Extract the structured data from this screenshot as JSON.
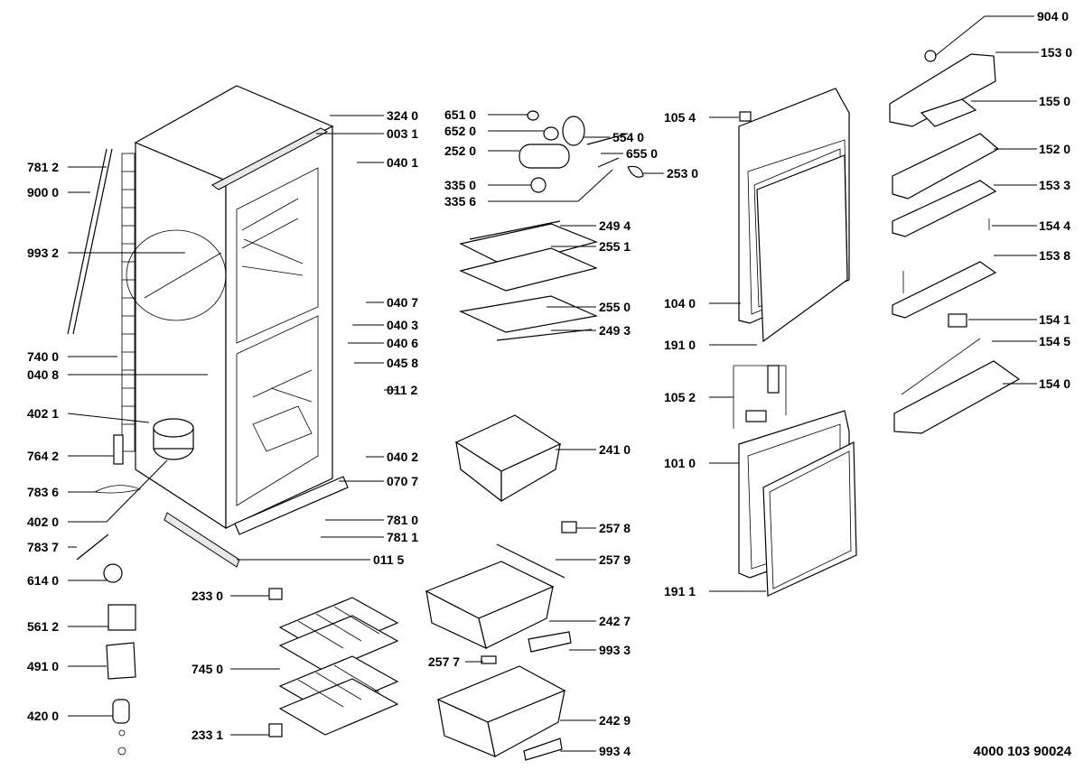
{
  "document_number": "4000 103 90024",
  "callouts": [
    {
      "id": "9040",
      "text": "904 0"
    },
    {
      "id": "1530",
      "text": "153 0"
    },
    {
      "id": "1550",
      "text": "155 0"
    },
    {
      "id": "1520",
      "text": "152 0"
    },
    {
      "id": "1533",
      "text": "153 3"
    },
    {
      "id": "1544",
      "text": "154 4"
    },
    {
      "id": "1538",
      "text": "153 8"
    },
    {
      "id": "1541",
      "text": "154 1"
    },
    {
      "id": "1545",
      "text": "154 5"
    },
    {
      "id": "1540",
      "text": "154 0"
    },
    {
      "id": "1054",
      "text": "105 4"
    },
    {
      "id": "1040",
      "text": "104 0"
    },
    {
      "id": "1910",
      "text": "191 0"
    },
    {
      "id": "1052",
      "text": "105 2"
    },
    {
      "id": "1010",
      "text": "101 0"
    },
    {
      "id": "1911",
      "text": "191 1"
    },
    {
      "id": "6510",
      "text": "651 0"
    },
    {
      "id": "6520",
      "text": "652 0"
    },
    {
      "id": "2520",
      "text": "252 0"
    },
    {
      "id": "3350",
      "text": "335 0"
    },
    {
      "id": "3356",
      "text": "335 6"
    },
    {
      "id": "5540",
      "text": "554 0"
    },
    {
      "id": "6550",
      "text": "655 0"
    },
    {
      "id": "2530",
      "text": "253 0"
    },
    {
      "id": "2494",
      "text": "249 4"
    },
    {
      "id": "2551",
      "text": "255 1"
    },
    {
      "id": "2550",
      "text": "255 0"
    },
    {
      "id": "2493",
      "text": "249 3"
    },
    {
      "id": "2410",
      "text": "241 0"
    },
    {
      "id": "2578",
      "text": "257 8"
    },
    {
      "id": "2579",
      "text": "257 9"
    },
    {
      "id": "2427",
      "text": "242 7"
    },
    {
      "id": "9933",
      "text": "993 3"
    },
    {
      "id": "2577",
      "text": "257 7"
    },
    {
      "id": "2429",
      "text": "242 9"
    },
    {
      "id": "9934",
      "text": "993 4"
    },
    {
      "id": "3240",
      "text": "324 0"
    },
    {
      "id": "0031",
      "text": "003 1"
    },
    {
      "id": "0401",
      "text": "040 1"
    },
    {
      "id": "0407",
      "text": "040 7"
    },
    {
      "id": "0403",
      "text": "040 3"
    },
    {
      "id": "0406",
      "text": "040 6"
    },
    {
      "id": "0458",
      "text": "045 8"
    },
    {
      "id": "0112",
      "text": "011 2"
    },
    {
      "id": "0402",
      "text": "040 2"
    },
    {
      "id": "0707",
      "text": "070 7"
    },
    {
      "id": "7810",
      "text": "781 0"
    },
    {
      "id": "7811",
      "text": "781 1"
    },
    {
      "id": "0115",
      "text": "011 5"
    },
    {
      "id": "7812",
      "text": "781 2"
    },
    {
      "id": "9000",
      "text": "900 0"
    },
    {
      "id": "9932",
      "text": "993 2"
    },
    {
      "id": "7400",
      "text": "740 0"
    },
    {
      "id": "0408",
      "text": "040 8"
    },
    {
      "id": "4021",
      "text": "402 1"
    },
    {
      "id": "7642",
      "text": "764 2"
    },
    {
      "id": "7836",
      "text": "783 6"
    },
    {
      "id": "4020",
      "text": "402 0"
    },
    {
      "id": "7837",
      "text": "783 7"
    },
    {
      "id": "6140",
      "text": "614 0"
    },
    {
      "id": "5612",
      "text": "561 2"
    },
    {
      "id": "4910",
      "text": "491 0"
    },
    {
      "id": "4200",
      "text": "420 0"
    },
    {
      "id": "2330",
      "text": "233 0"
    },
    {
      "id": "7450",
      "text": "745 0"
    },
    {
      "id": "2331",
      "text": "233 1"
    }
  ]
}
